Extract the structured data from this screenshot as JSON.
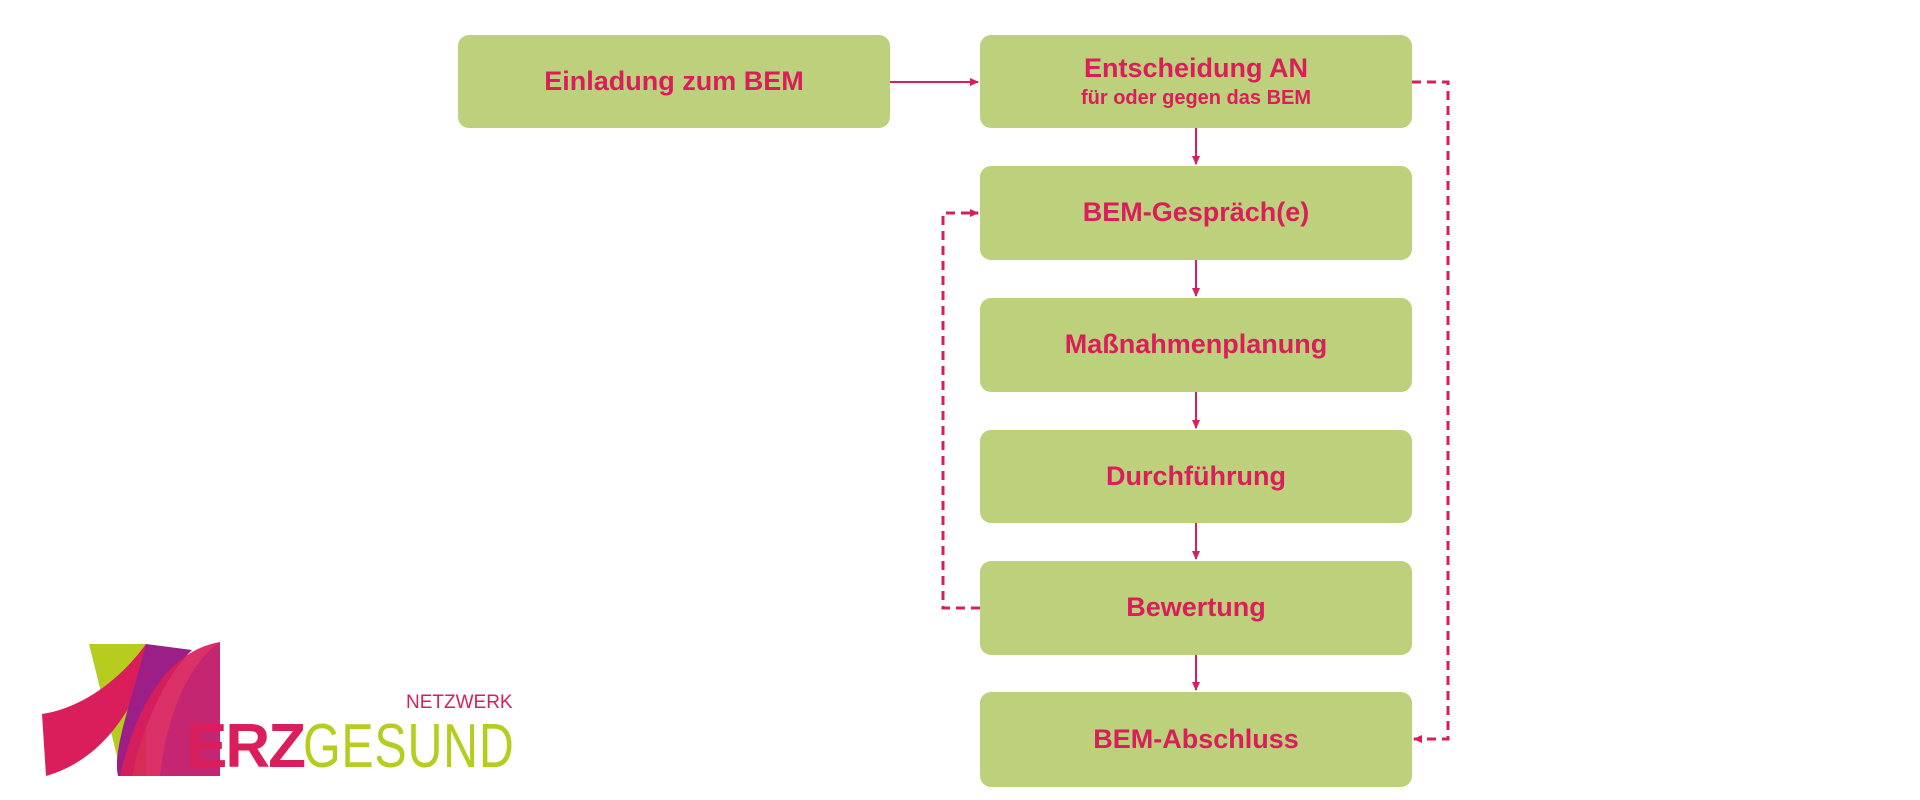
{
  "nodes": {
    "einladung": "Einladung zum BEM",
    "entscheidung": "Entscheidung AN",
    "entscheidung_sub": "für oder gegen das BEM",
    "gespraech": "BEM-Gespräch(e)",
    "massnahmen": "Maßnahmenplanung",
    "durchfuehrung": "Durchführung",
    "bewertung": "Bewertung",
    "abschluss": "BEM-Abschluss"
  },
  "logo": {
    "netzwerk": "NETZWERK",
    "erz": "ERZ",
    "gesund": "GESUND"
  },
  "colors": {
    "node_fill": "#bdd07c",
    "accent": "#d91e5b",
    "logo_green": "#b6cc1e",
    "logo_purple": "#9b1f86"
  }
}
